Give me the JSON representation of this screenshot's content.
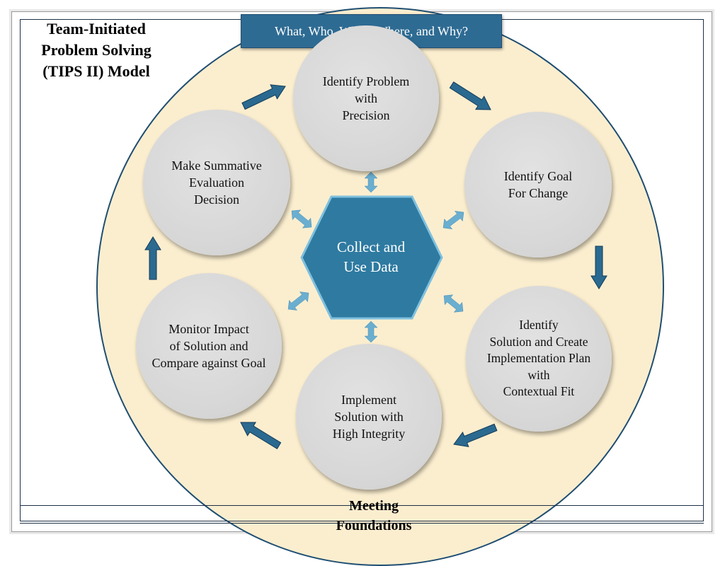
{
  "title": "Team-Initiated\nProblem Solving\n(TIPS II) Model",
  "header": "What, Who, When, Where, and Why?",
  "center": "Collect and\nUse Data",
  "footer": "Meeting\nFoundations",
  "nodes": {
    "identify_problem": "Identify Problem\nwith\nPrecision",
    "identify_goal": "Identify Goal\nFor Change",
    "identify_solution": "Identify\nSolution and Create\nImplementation Plan\nwith\nContextual Fit",
    "implement_solution": "Implement\nSolution with\nHigh Integrity",
    "monitor_impact": "Monitor Impact\nof Solution and\nCompare against Goal",
    "summative_evaluation": "Make Summative\nEvaluation\nDecision"
  },
  "colors": {
    "background_circle": "#fbeecf",
    "circle_outline": "#1f4e72",
    "node_fill": "#d6d6d6",
    "center_hexagon": "#2e7aa1",
    "header_fill": "#2e6b93",
    "cycle_arrows": "#2b6a90",
    "double_arrows": "#6aaed0"
  }
}
